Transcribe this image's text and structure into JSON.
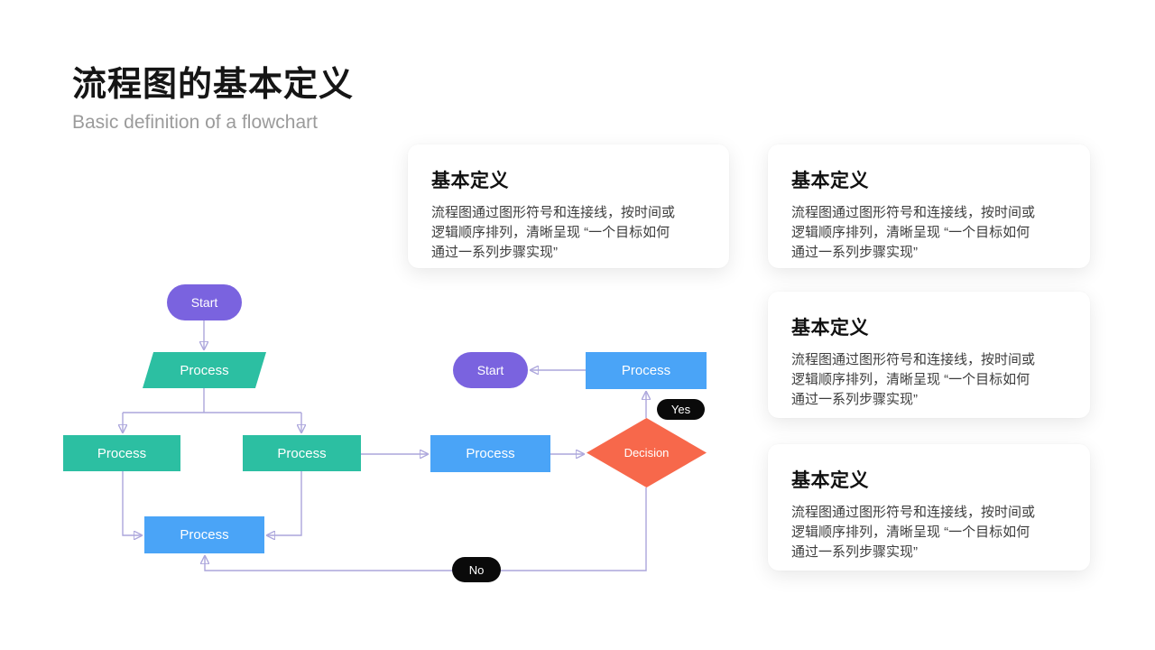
{
  "header": {
    "title": "流程图的基本定义",
    "subtitle": "Basic definition of a flowchart"
  },
  "cards": [
    {
      "title": "基本定义",
      "body_lines": [
        "流程图通过图形符号和连接线，按时间或",
        "逻辑顺序排列，清晰呈现 “一个目标如何",
        "通过一系列步骤实现”"
      ]
    },
    {
      "title": "基本定义",
      "body_lines": [
        "流程图通过图形符号和连接线，按时间或",
        "逻辑顺序排列，清晰呈现 “一个目标如何",
        "通过一系列步骤实现”"
      ]
    },
    {
      "title": "基本定义",
      "body_lines": [
        "流程图通过图形符号和连接线，按时间或",
        "逻辑顺序排列，清晰呈现 “一个目标如何",
        "通过一系列步骤实现”"
      ]
    },
    {
      "title": "基本定义",
      "body_lines": [
        "流程图通过图形符号和连接线，按时间或",
        "逻辑顺序排列，清晰呈现 “一个目标如何",
        "通过一系列步骤实现”"
      ]
    }
  ],
  "flowchart": {
    "nodes": {
      "start_top": {
        "label": "Start"
      },
      "process_parallelogram": {
        "label": "Process"
      },
      "process_teal_left": {
        "label": "Process"
      },
      "process_teal_right": {
        "label": "Process"
      },
      "process_blue_mid": {
        "label": "Process"
      },
      "decision": {
        "label": "Decision"
      },
      "process_blue_topright": {
        "label": "Process"
      },
      "start_right": {
        "label": "Start"
      },
      "process_blue_bottom": {
        "label": "Process"
      },
      "branch_yes": {
        "label": "Yes"
      },
      "branch_no": {
        "label": "No"
      }
    },
    "colors": {
      "purple_shape": "#7a63df",
      "teal_shape": "#2cbfa2",
      "blue_shape": "#4aa4f7",
      "orange_shape": "#f7684b",
      "label_pill": "#0a0a0a",
      "connector_line": "#aca6dc",
      "connector_arrow": "#6a5acf"
    }
  }
}
